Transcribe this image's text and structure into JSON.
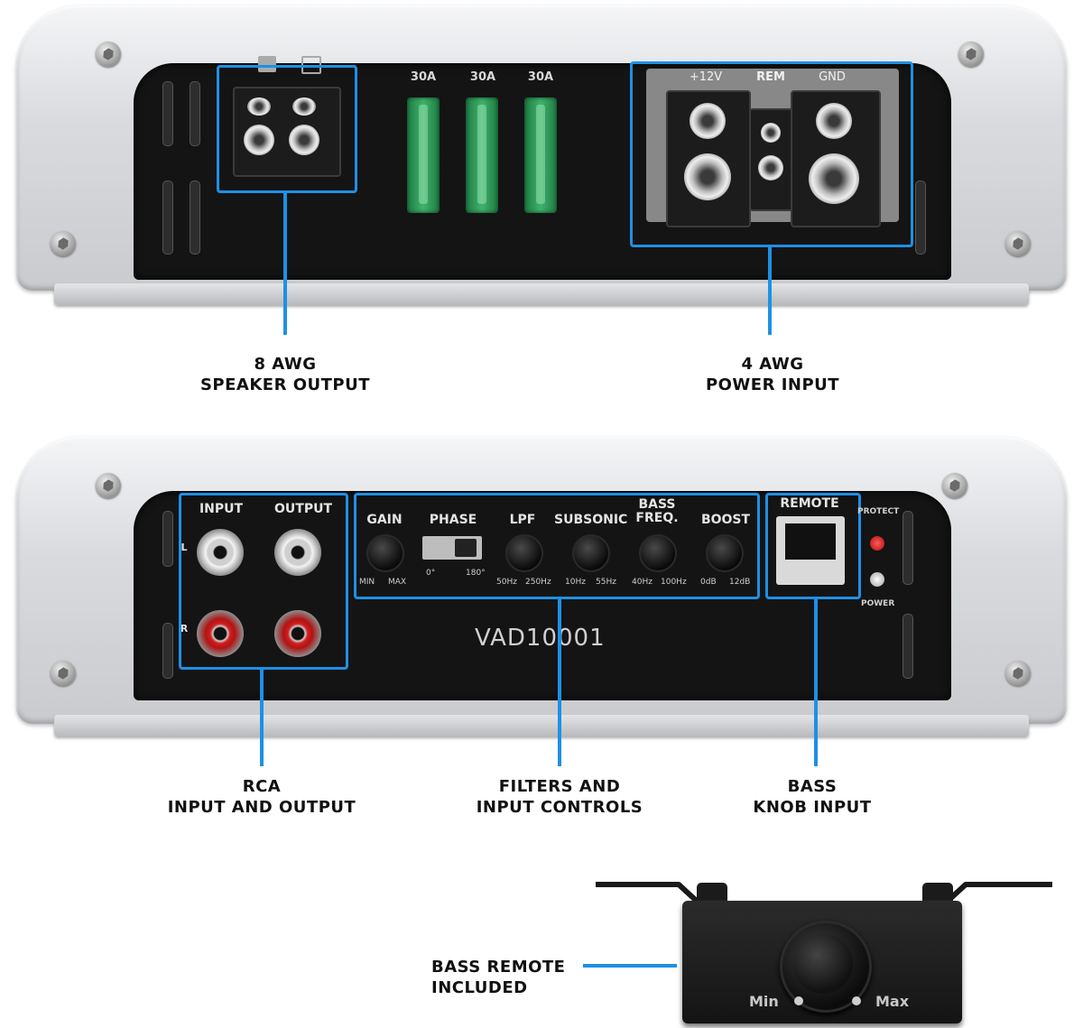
{
  "top_amp": {
    "polarity_plus": "",
    "polarity_minus": "",
    "fuses": [
      "30A",
      "30A",
      "30A"
    ],
    "power_labels": [
      "+12V",
      "REM",
      "GND"
    ]
  },
  "captions": {
    "speaker_output": [
      "8 AWG",
      "SPEAKER OUTPUT"
    ],
    "power_input": [
      "4 AWG",
      "POWER INPUT"
    ],
    "rca": [
      "RCA",
      "INPUT AND OUTPUT"
    ],
    "filters": [
      "FILTERS AND",
      "INPUT CONTROLS"
    ],
    "bass_knob": [
      "BASS",
      "KNOB INPUT"
    ],
    "bass_remote": [
      "BASS REMOTE",
      "INCLUDED"
    ]
  },
  "bottom_amp": {
    "rca_labels": {
      "input": "INPUT",
      "output": "OUTPUT",
      "left": "L",
      "right": "R"
    },
    "controls": [
      {
        "name": "GAIN",
        "min": "MIN",
        "max": "MAX"
      },
      {
        "name": "PHASE",
        "min": "0°",
        "max": "180°"
      },
      {
        "name": "LPF",
        "min": "50Hz",
        "max": "250Hz"
      },
      {
        "name": "SUBSONIC",
        "min": "10Hz",
        "max": "55Hz"
      },
      {
        "name": "BASS FREQ.",
        "min": "40Hz",
        "max": "100Hz"
      },
      {
        "name": "BOOST",
        "min": "0dB",
        "max": "12dB"
      }
    ],
    "remote_label": "REMOTE",
    "protect_label": "PROTECT",
    "power_label": "POWER",
    "model": "VAD10001"
  },
  "bass_remote": {
    "min_label": "Min",
    "max_label": "Max"
  },
  "colors": {
    "callout": "#1e90e6",
    "protect_led": "#e01b1b",
    "power_led": "#d8d8d8",
    "fuse": "#2f9a5a"
  }
}
